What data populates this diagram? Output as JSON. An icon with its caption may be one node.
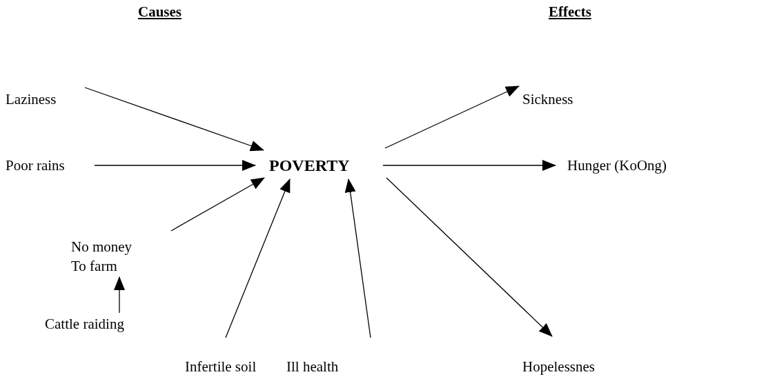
{
  "diagram": {
    "nodes": [
      {
        "text": [
          "POVERTY"
        ]
      },
      {
        "text": [
          "Laziness"
        ]
      },
      {
        "text": [
          "Poor rains"
        ]
      },
      {
        "text": [
          "No money To farm"
        ]
      },
      {
        "text": [
          "Cattle raiding"
        ]
      },
      {
        "text": [
          "Infertile soil"
        ]
      },
      {
        "text": [
          "Ill health"
        ]
      },
      {
        "text": [
          "Sickness"
        ]
      },
      {
        "text": [
          "Hunger (KoOng)"
        ]
      },
      {
        "text": [
          "Hopelessnes"
        ]
      }
    ],
    "edges": [
      {
        "from": 1,
        "to": 0,
        "arrow": "to"
      },
      {
        "from": 2,
        "to": 0,
        "arrow": "to"
      },
      {
        "from": 3,
        "to": 0,
        "arrow": "to"
      },
      {
        "from": 4,
        "to": 3,
        "arrow": "to"
      },
      {
        "from": 5,
        "to": 0,
        "arrow": "to"
      },
      {
        "from": 6,
        "to": 0,
        "arrow": "to"
      },
      {
        "from": 0,
        "to": 7,
        "arrow": "to"
      },
      {
        "from": 0,
        "to": 8,
        "arrow": "to"
      },
      {
        "from": 0,
        "to": 9,
        "arrow": "to"
      }
    ],
    "labels": [
      "Causes",
      "Effects"
    ]
  }
}
